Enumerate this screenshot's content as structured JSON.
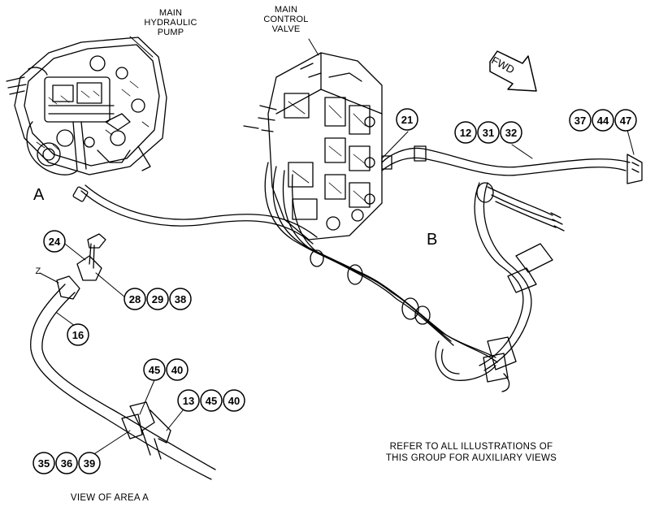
{
  "labels": {
    "main_hydraulic_pump": "MAIN\nHYDRAULIC\nPUMP",
    "main_control_valve": "MAIN\nCONTROL\nVALVE",
    "area_a": "A",
    "area_b": "B",
    "z": "Z",
    "fwd": "FWD",
    "view_of_area_a": "VIEW OF AREA A",
    "refer_note": "REFER TO ALL ILLUSTRATIONS OF\nTHIS GROUP FOR AUXILIARY VIEWS"
  },
  "callouts": {
    "c21": "21",
    "c12": "12",
    "c31": "31",
    "c32": "32",
    "c37": "37",
    "c44": "44",
    "c47": "47",
    "c24": "24",
    "c28": "28",
    "c29": "29",
    "c38": "38",
    "c16": "16",
    "c45a": "45",
    "c40a": "40",
    "c13": "13",
    "c45b": "45",
    "c40b": "40",
    "c35": "35",
    "c36": "36",
    "c39": "39"
  }
}
